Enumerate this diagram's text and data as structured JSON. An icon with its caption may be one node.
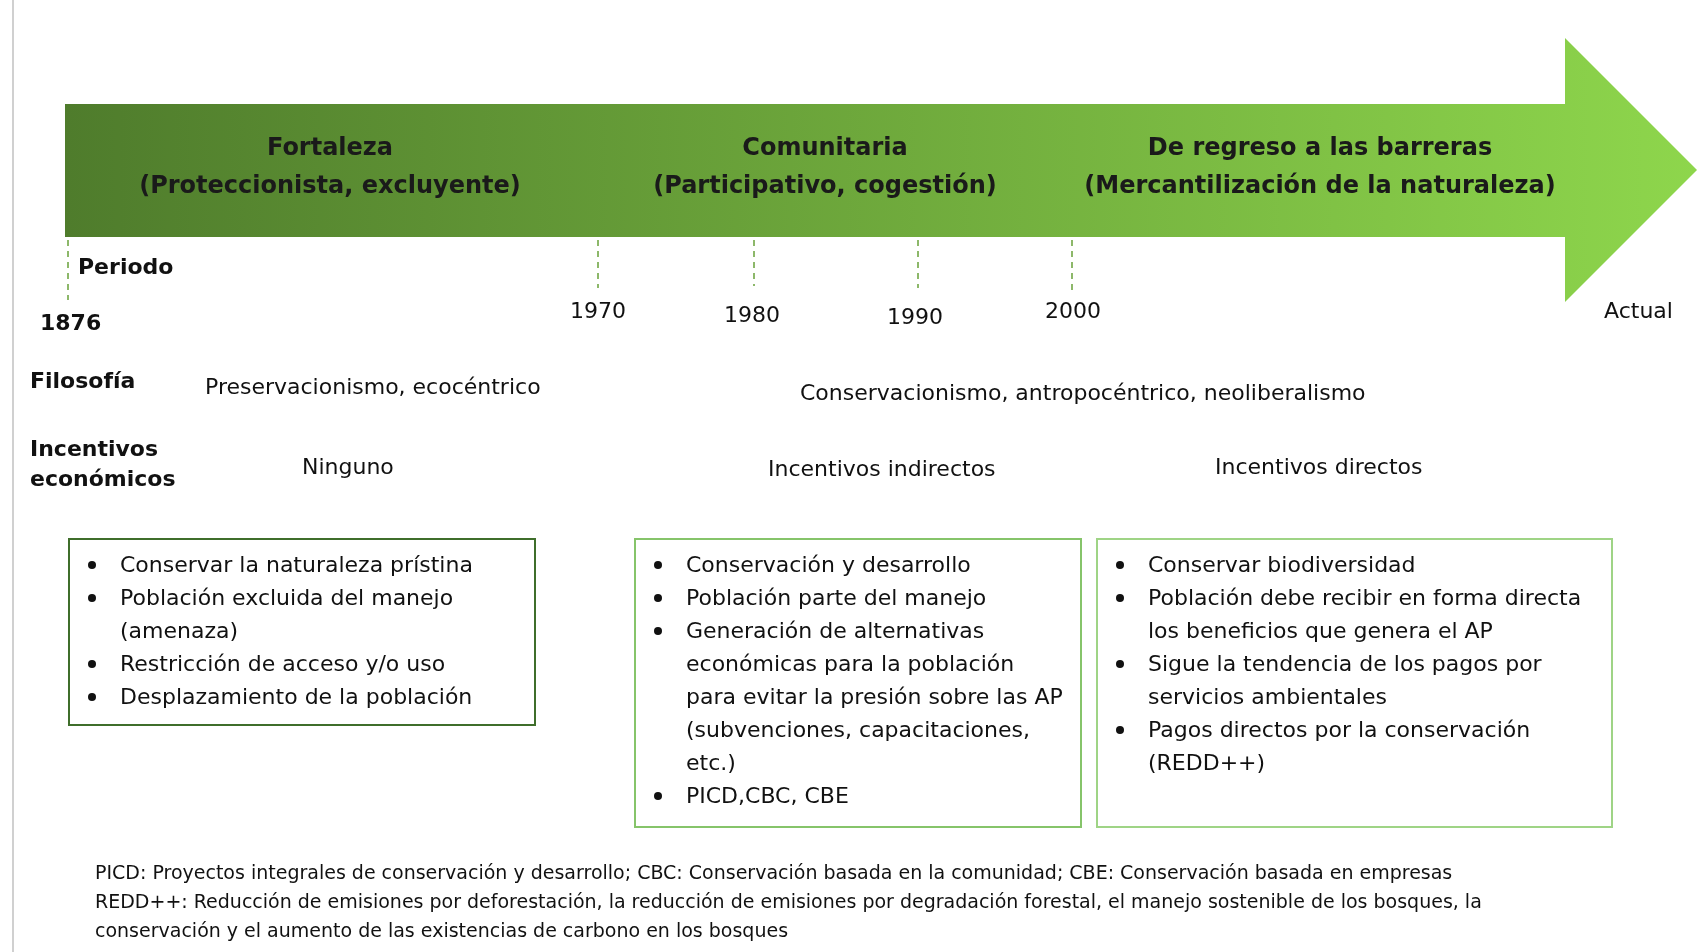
{
  "diagram": {
    "nodes": [
      {
        "text": [],
        "shape": "arrow"
      },
      {
        "text": [
          "Fortaleza",
          "(Proteccionista, excluyente)"
        ],
        "in": 0
      },
      {
        "text": [
          "Comunitaria",
          "(Participativo, cogestión)"
        ],
        "in": 0
      },
      {
        "text": [
          "De regreso a las barreras",
          "(Mercantilización de la naturaleza)"
        ],
        "in": 0
      },
      {
        "text": [
          "Conservar la naturaleza prístina",
          "Población excluida del manejo (amenaza)",
          "Restricción de acceso y/o uso",
          "Desplazamiento de la población"
        ]
      },
      {
        "text": [
          "Conservación y desarrollo",
          "Población parte del manejo",
          "Generación de alternativas económicas para la población para evitar la presión sobre las AP (subvenciones, capacitaciones, etc.)",
          "PICD,CBC, CBE"
        ]
      },
      {
        "text": [
          "Conservar biodiversidad",
          "Población debe recibir en forma directa los beneficios que genera el AP",
          "Sigue la tendencia de los pagos por servicios ambientales",
          "Pagos directos por la conservación (REDD++)"
        ]
      }
    ],
    "edges": [],
    "labels": [
      "Periodo",
      "1876",
      "1970",
      "1980",
      "1990",
      "2000",
      "Actual",
      "Filosofía",
      "Preservacionismo, ecocéntrico",
      "Conservacionismo, antropocéntrico, neoliberalismo",
      "Incentivos económicos",
      "Ninguno",
      "Incentivos indirectos",
      "Incentivos directos",
      "PICD: Proyectos integrales de conservación y desarrollo; CBC: Conservación basada en la comunidad; CBE: Conservación basada en empresas",
      "REDD++: Reducción de emisiones por deforestación, la reducción de emisiones por degradación forestal, el manejo sostenible de los bosques, la conservación y el aumento de las existencias de carbono en los bosques"
    ]
  }
}
